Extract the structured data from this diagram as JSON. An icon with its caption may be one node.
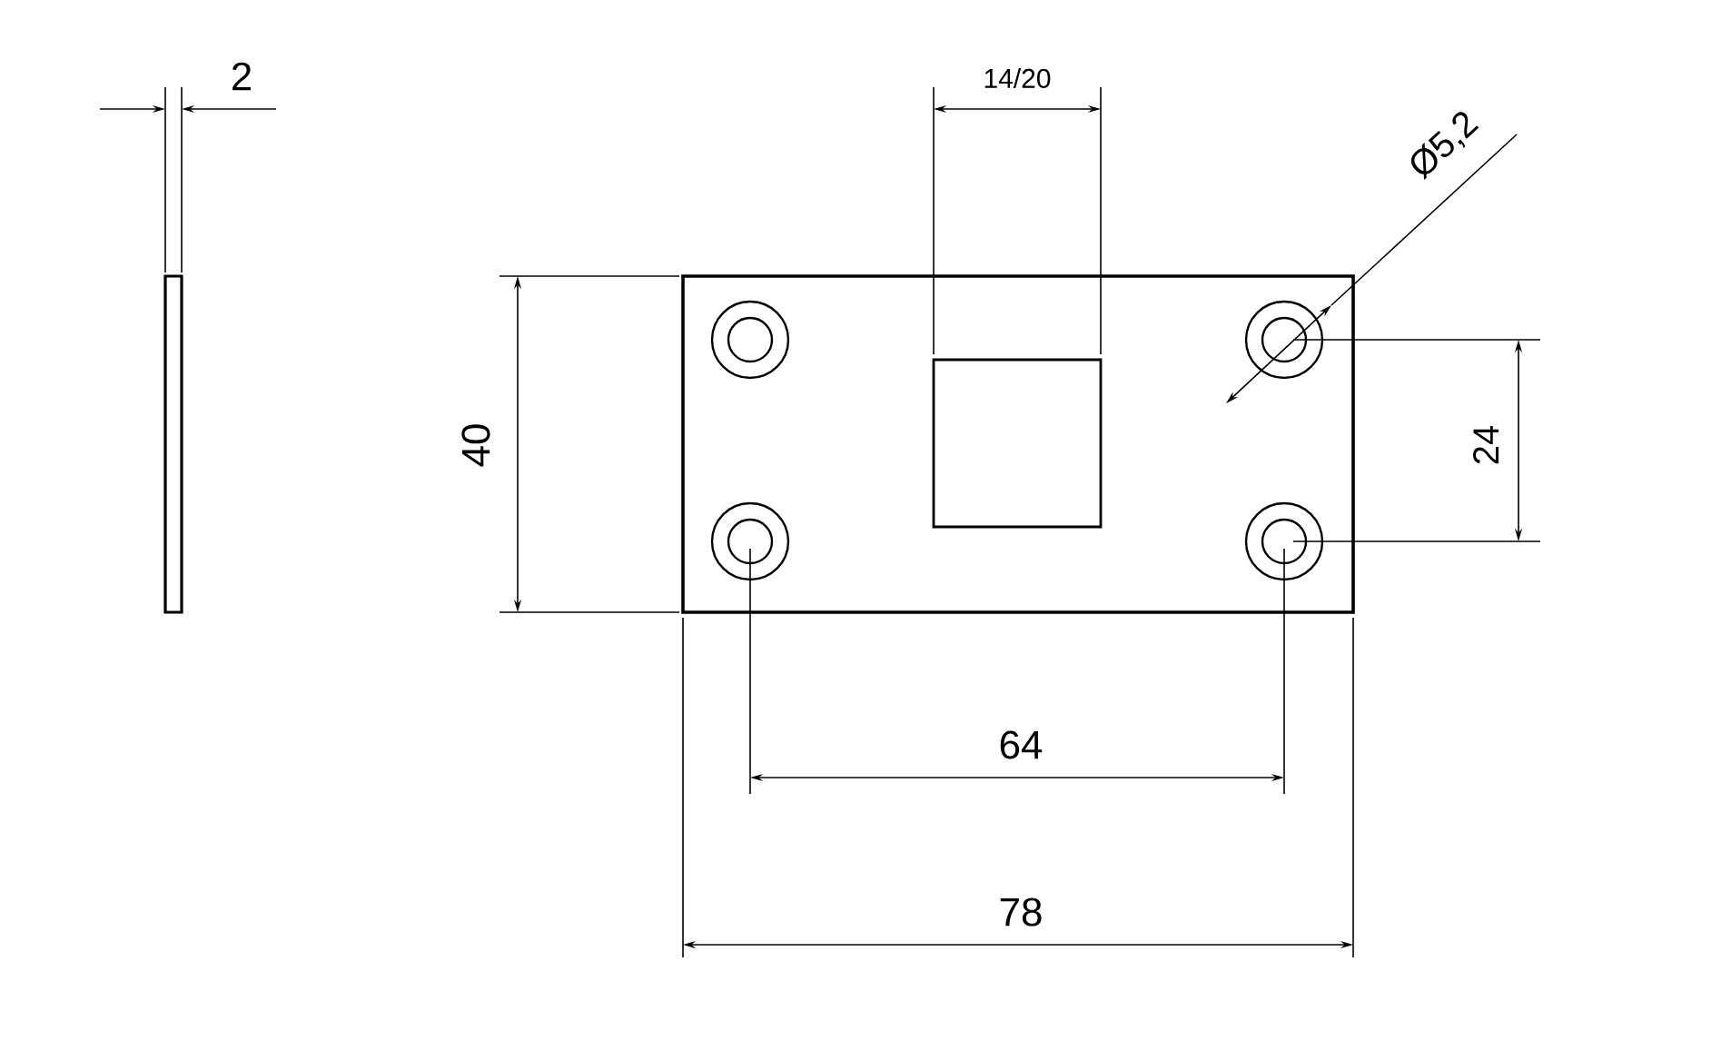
{
  "diagram": {
    "labels": [
      "2",
      "14/20",
      "Ø5,2",
      "40",
      "24",
      "64",
      "78"
    ]
  }
}
